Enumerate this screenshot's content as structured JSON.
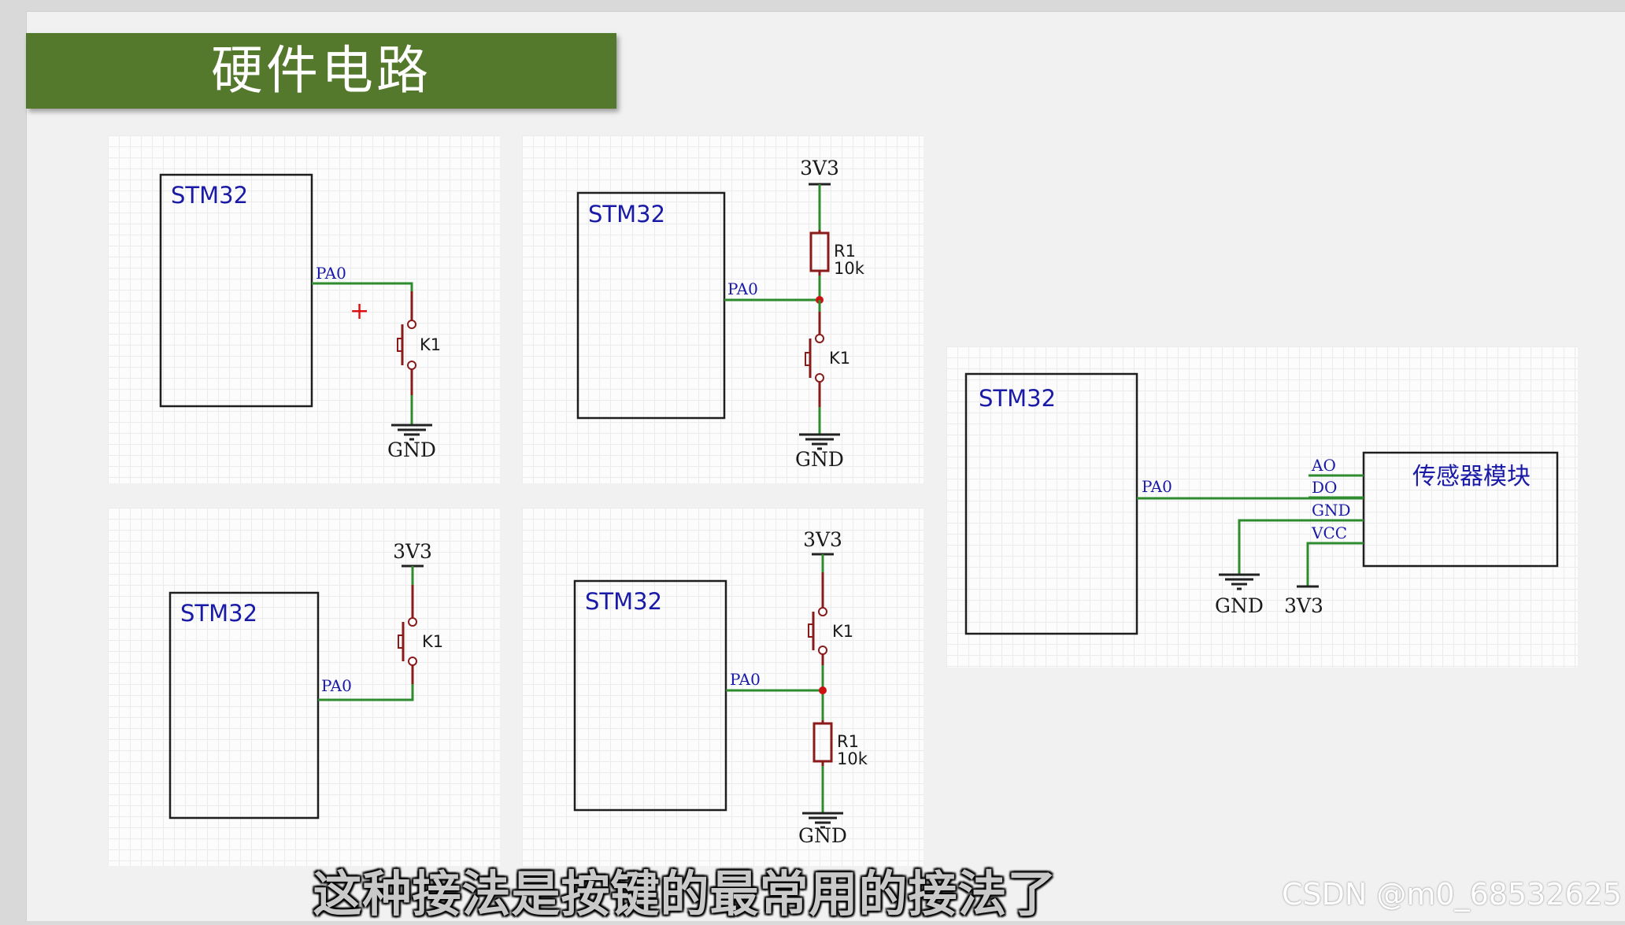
{
  "title": "硬件电路",
  "subtitle": "这种接法是按键的最常用的接法了",
  "watermark": "CSDN @m0_68532625",
  "colors": {
    "title_bar": "#54782c",
    "wire": "#2e8b2e",
    "component": "#8b1a1a",
    "label": "#1a1aa8",
    "junction": "#cc1111"
  },
  "circuit1": {
    "chip": "STM32",
    "net": "PA0",
    "switch": "K1",
    "ground": "GND",
    "marker": "+"
  },
  "circuit2": {
    "chip": "STM32",
    "net": "PA0",
    "power": "3V3",
    "resistor": "R1",
    "resistor_value": "10k",
    "switch": "K1",
    "ground": "GND"
  },
  "circuit3": {
    "chip": "STM32",
    "net": "PA0",
    "power": "3V3",
    "switch": "K1"
  },
  "circuit4": {
    "chip": "STM32",
    "net": "PA0",
    "power": "3V3",
    "switch": "K1",
    "resistor": "R1",
    "resistor_value": "10k",
    "ground": "GND"
  },
  "circuit5": {
    "chip": "STM32",
    "net": "PA0",
    "module": "传感器模块",
    "pins": [
      "AO",
      "DO",
      "GND",
      "VCC"
    ],
    "ground": "GND",
    "power": "3V3"
  }
}
